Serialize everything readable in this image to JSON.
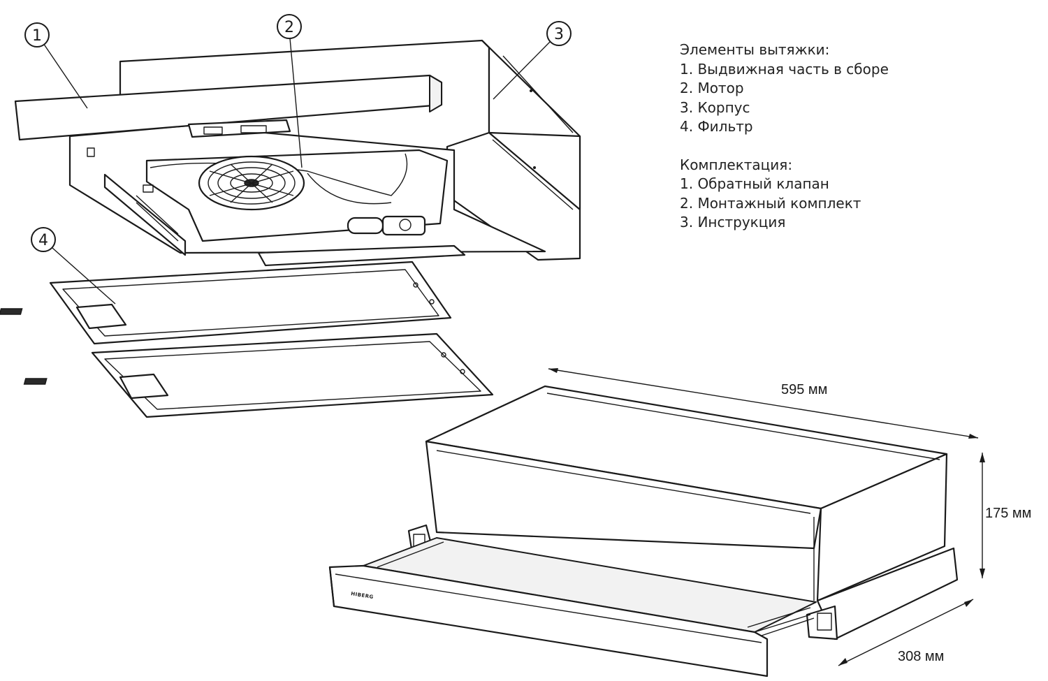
{
  "callouts": [
    {
      "id": "1",
      "label": "1"
    },
    {
      "id": "2",
      "label": "2"
    },
    {
      "id": "3",
      "label": "3"
    },
    {
      "id": "4",
      "label": "4"
    }
  ],
  "legend": {
    "elements_title": "Элементы вытяжки:",
    "elements": [
      "1. Выдвижная часть в сборе",
      "2. Мотор",
      "3. Корпус",
      "4. Фильтр"
    ],
    "package_title": "Комплектация:",
    "package": [
      "1. Обратный клапан",
      "2. Монтажный комплект",
      "3. Инструкция"
    ]
  },
  "dimensions": {
    "width": "595 мм",
    "height": "175 мм",
    "depth": "308 мм"
  },
  "brand": "HIBERG"
}
